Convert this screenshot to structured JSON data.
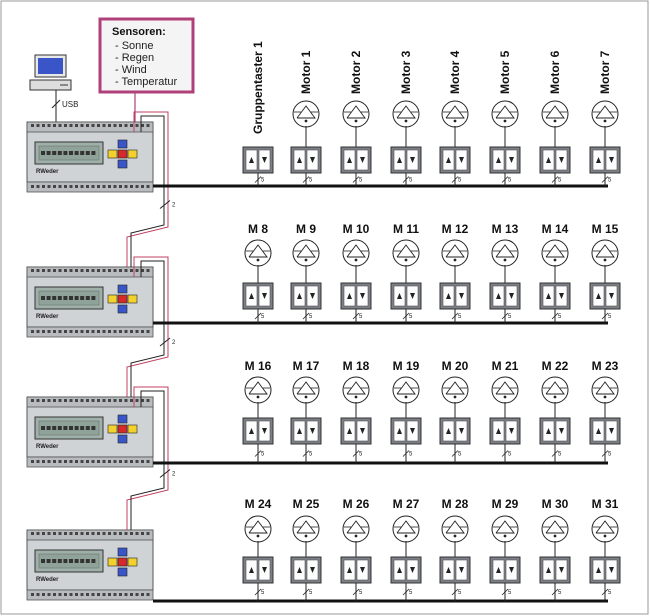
{
  "computer": {
    "link_label": "USB"
  },
  "sensor_box": {
    "title": "Sensoren:",
    "items": [
      "- Sonne",
      "- Regen",
      "- Wind",
      "- Temperatur"
    ]
  },
  "group_button_label": "Gruppentaster 1",
  "group_button_color": "#c0282d",
  "sensor_border_color": "#b0407a",
  "bus_wire_color": "#c04060",
  "controllers": [
    {
      "brand": "RWeder",
      "wire_count": "2"
    },
    {
      "brand": "RWeder",
      "wire_count": "2"
    },
    {
      "brand": "RWeder",
      "wire_count": "2"
    },
    {
      "brand": "RWeder",
      "wire_count": ""
    }
  ],
  "rows": [
    {
      "motors": [
        "Motor 1",
        "Motor 2",
        "Motor 3",
        "Motor 4",
        "Motor 5",
        "Motor 6",
        "Motor 7"
      ],
      "rotated": true,
      "has_group_button": true
    },
    {
      "motors": [
        "M 8",
        "M 9",
        "M 10",
        "M 11",
        "M 12",
        "M 13",
        "M 14",
        "M 15"
      ],
      "rotated": false,
      "has_group_button": false
    },
    {
      "motors": [
        "M 16",
        "M 17",
        "M 18",
        "M 19",
        "M 20",
        "M 21",
        "M 22",
        "M 23"
      ],
      "rotated": false,
      "has_group_button": false
    },
    {
      "motors": [
        "M 24",
        "M 25",
        "M 26",
        "M 27",
        "M 28",
        "M 29",
        "M 30",
        "M 31"
      ],
      "rotated": false,
      "has_group_button": false
    }
  ],
  "wire_count_label": "5"
}
